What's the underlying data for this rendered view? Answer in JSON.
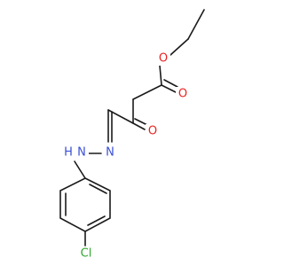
{
  "molecule": {
    "atoms": {
      "ester_O": {
        "symbol": "O",
        "color": "#e8231f"
      },
      "carbonyl_O1": {
        "symbol": "O",
        "color": "#e8231f"
      },
      "ketone_O": {
        "symbol": "O",
        "color": "#e8231f"
      },
      "N1": {
        "symbol": "N",
        "color": "#3a4fd6"
      },
      "N2": {
        "symbol": "N",
        "color": "#3a4fd6"
      },
      "H": {
        "symbol": "H",
        "color": "#3a4fd6"
      },
      "Cl": {
        "symbol": "Cl",
        "color": "#2da82d"
      }
    }
  }
}
